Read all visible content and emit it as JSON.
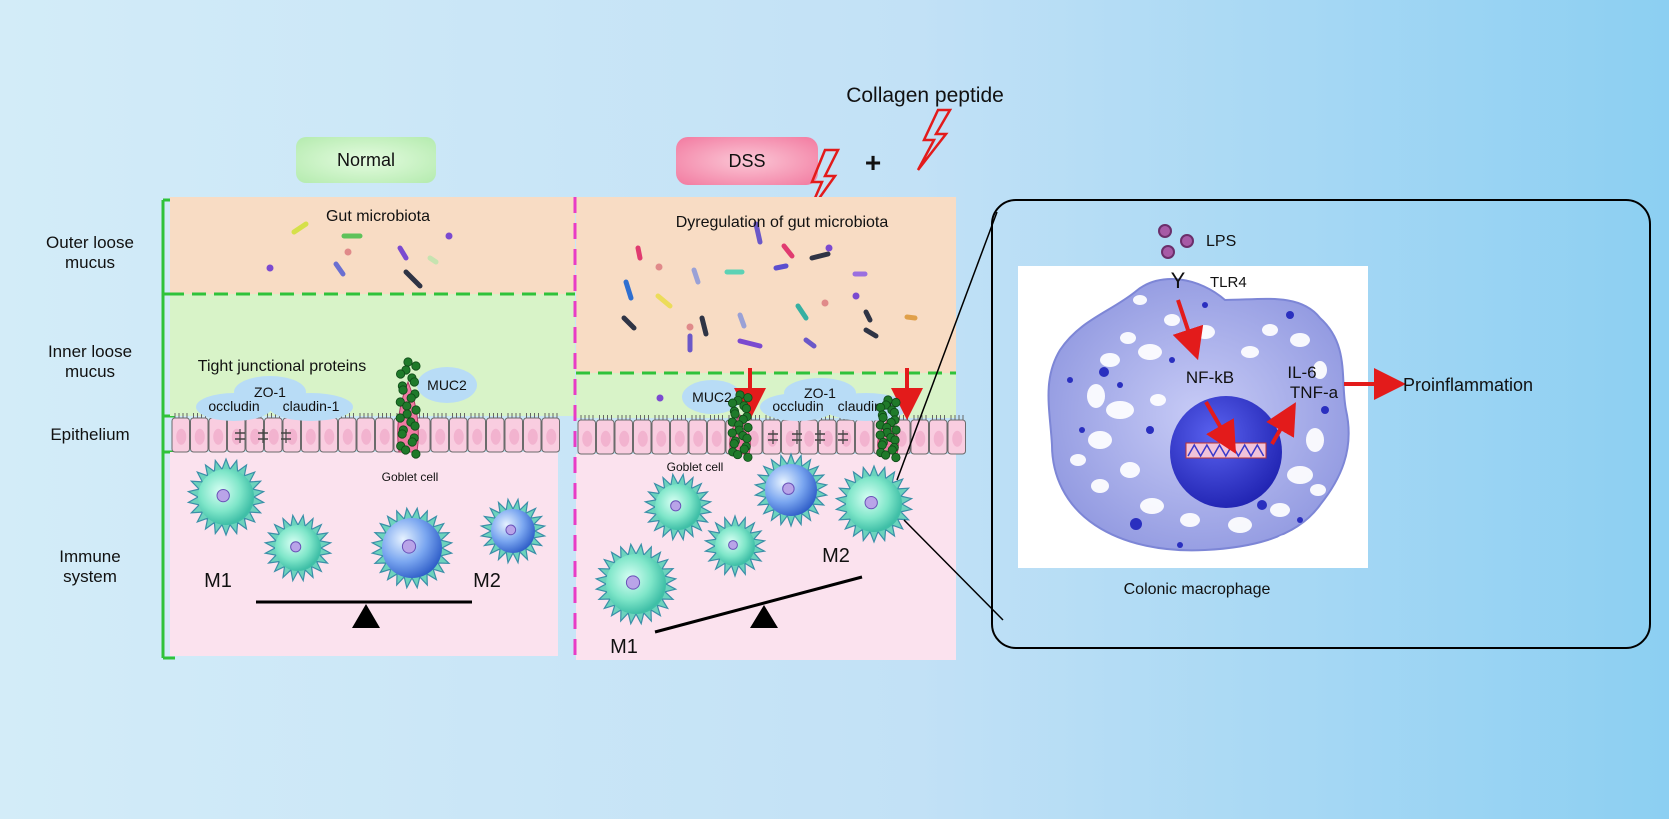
{
  "header": {
    "normal_label": "Normal",
    "dss_label": "DSS",
    "plus_sign": "+",
    "collagen_label": "Collagen peptide"
  },
  "layers": {
    "outer_mucus": [
      "Outer loose",
      "mucus"
    ],
    "inner_mucus": [
      "Inner loose",
      "mucus"
    ],
    "epithelium": "Epithelium",
    "immune": [
      "Immune",
      "system"
    ]
  },
  "normal_panel": {
    "microbiota_label": "Gut microbiota",
    "tight_junction_label": "Tight junctional proteins",
    "zo1": "ZO-1",
    "occludin": "occludin",
    "claudin": "claudin-1",
    "muc2": "MUC2",
    "goblet_label": "Goblet cell",
    "m1": "M1",
    "m2": "M2"
  },
  "dss_panel": {
    "microbiota_label": "Dyregulation of gut microbiota",
    "muc2": "MUC2",
    "zo1": "ZO-1",
    "occludin": "occludin",
    "claudin": "claudin-1",
    "goblet_label": "Goblet cell",
    "m1": "M1",
    "m2": "M2"
  },
  "macrophage_panel": {
    "lps": "LPS",
    "tlr4": "TLR4",
    "receptor_glyph": "Y",
    "nfkb": "NF-kB",
    "il6": "IL-6",
    "tnfa": "TNF-a",
    "output": "Proinflammation",
    "caption": "Colonic macrophage"
  },
  "colors": {
    "mucus_outer": "#f8dcc4",
    "mucus_inner": "#d8f3c8",
    "immune_bg": "#fbe2ee",
    "normal_badge": "#c4f0c2",
    "dss_badge": "#f49ab4",
    "macrophage": "#9fa6e6",
    "nucleus": "#2a2fbf",
    "arrow": "#e31b1b",
    "cell_teal": "#7fe6c9"
  }
}
